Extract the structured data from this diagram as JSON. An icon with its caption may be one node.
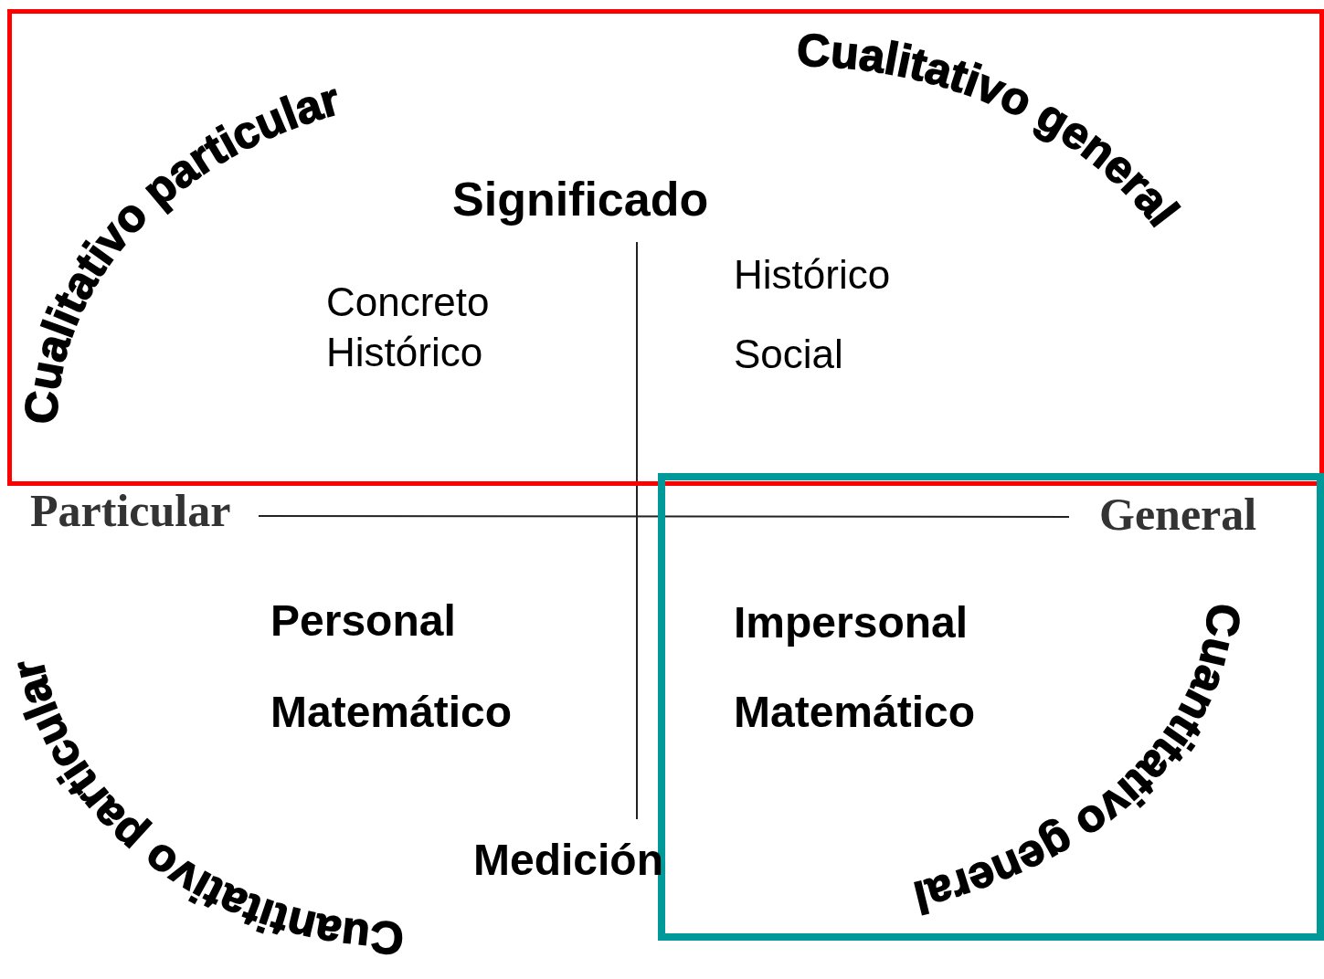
{
  "diagram": {
    "nodes": [
      {
        "text": [
          "Cualitativo particular",
          "Cualitativo general",
          "Significado",
          "Concreto Histórico",
          "Histórico",
          "Social"
        ]
      },
      {
        "text": [
          "Impersonal",
          "Matemático",
          "Cuantitativo general"
        ]
      }
    ],
    "labels": [
      "Particular",
      "General",
      "Personal",
      "Matemático",
      "Cuantitativo particular",
      "Medición"
    ]
  }
}
